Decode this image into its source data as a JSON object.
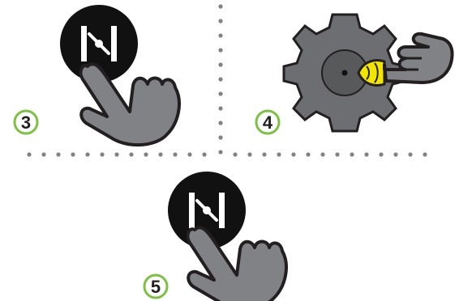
{
  "steps": [
    {
      "number": "3",
      "icon": "bypass-button-icon",
      "action": "press"
    },
    {
      "number": "4",
      "icon": "gear-knob-icon",
      "action": "turn"
    },
    {
      "number": "5",
      "icon": "bypass-button-icon",
      "action": "press"
    }
  ],
  "colors": {
    "badge_ring": "#7cc142",
    "button": "#111111",
    "hand": "#808285",
    "hand_outline": "#231f20",
    "gear": "#6d6e71",
    "gear_center": "#58595b",
    "pointer": "#f2e600",
    "divider_dots": "#808285"
  }
}
